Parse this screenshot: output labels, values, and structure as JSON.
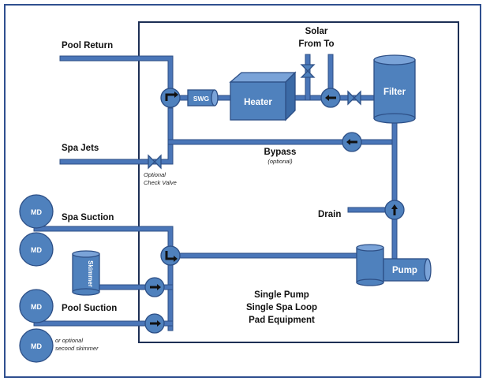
{
  "labels": {
    "pool_return": "Pool Return",
    "solar": "Solar",
    "from_to": "From To",
    "spa_jets": "Spa Jets",
    "bypass": "Bypass",
    "bypass_note": "(optional)",
    "optional_check_valve_1": "Optional",
    "optional_check_valve_2": "Check Valve",
    "spa_suction": "Spa Suction",
    "drain": "Drain",
    "pool_suction": "Pool Suction",
    "second_skimmer_1": "or optional",
    "second_skimmer_2": "second skimmer",
    "caption_1": "Single Pump",
    "caption_2": "Single Spa Loop",
    "caption_3": "Pad Equipment"
  },
  "equipment": {
    "heater": "Heater",
    "filter": "Filter",
    "pump": "Pump",
    "swg": "SWG",
    "skimmer": "Skimmer",
    "md": "MD"
  },
  "colors": {
    "pipe": "#4a76b8",
    "equipment": "#4f81bd",
    "outline": "#2d4f86",
    "frame": "#2f4f8f"
  }
}
